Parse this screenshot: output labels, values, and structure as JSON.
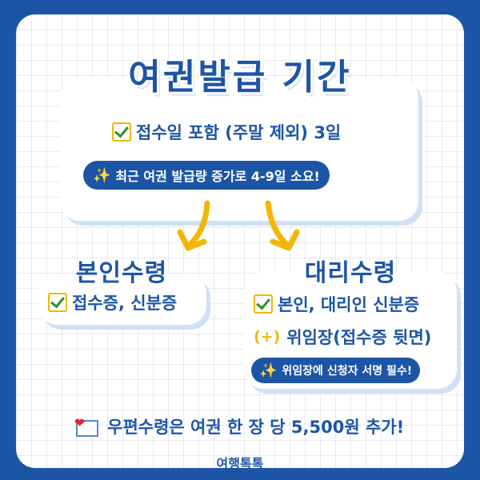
{
  "title": "여권발급 기간",
  "top_card": {
    "check_line": "접수일 포함 (주말 제외) 3일",
    "notice": "최근 여권 발급량 증가로 4-9일 소요!"
  },
  "left": {
    "heading": "본인수령",
    "check_line": "접수증, 신분증"
  },
  "right": {
    "heading": "대리수령",
    "check_line": "본인, 대리인 신분증",
    "plus_line": "위임장(접수증 뒷면)",
    "plus_symbol": "(+)",
    "notice": "위임장에 신청자 서명 필수!"
  },
  "footer": {
    "note": "우편수령은 여권 한 장 당 5,500원 추가!"
  },
  "logo": {
    "text": "여행톡톡"
  },
  "colors": {
    "primary": "#1d55a6",
    "accent_yellow": "#f2b705",
    "check_green": "#2f8f2f",
    "heart_red": "#e0232e"
  }
}
